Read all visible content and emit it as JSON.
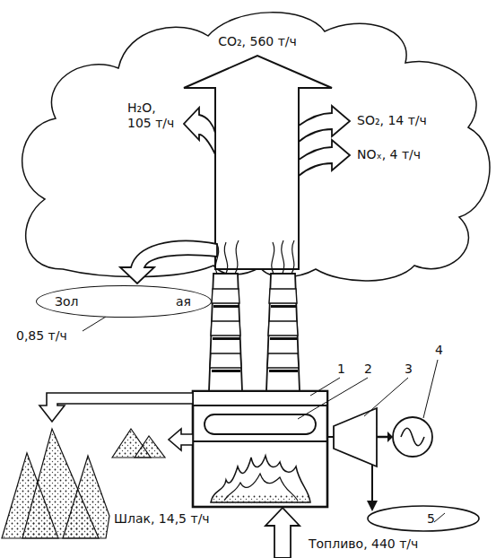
{
  "diagram": {
    "nodes": [
      {
        "text": [
          "Зол",
          "ая"
        ]
      }
    ],
    "labels": [
      "CO₂, 560 т/ч",
      "H₂O, 105 т/ч",
      "SO₂, 14 т/ч",
      "NOₓ, 4 т/ч",
      "0,85 т/ч",
      "1",
      "2",
      "3",
      "4",
      "5",
      "Шлак, 14,5 т/ч",
      "Топливо, 440 т/ч"
    ]
  }
}
